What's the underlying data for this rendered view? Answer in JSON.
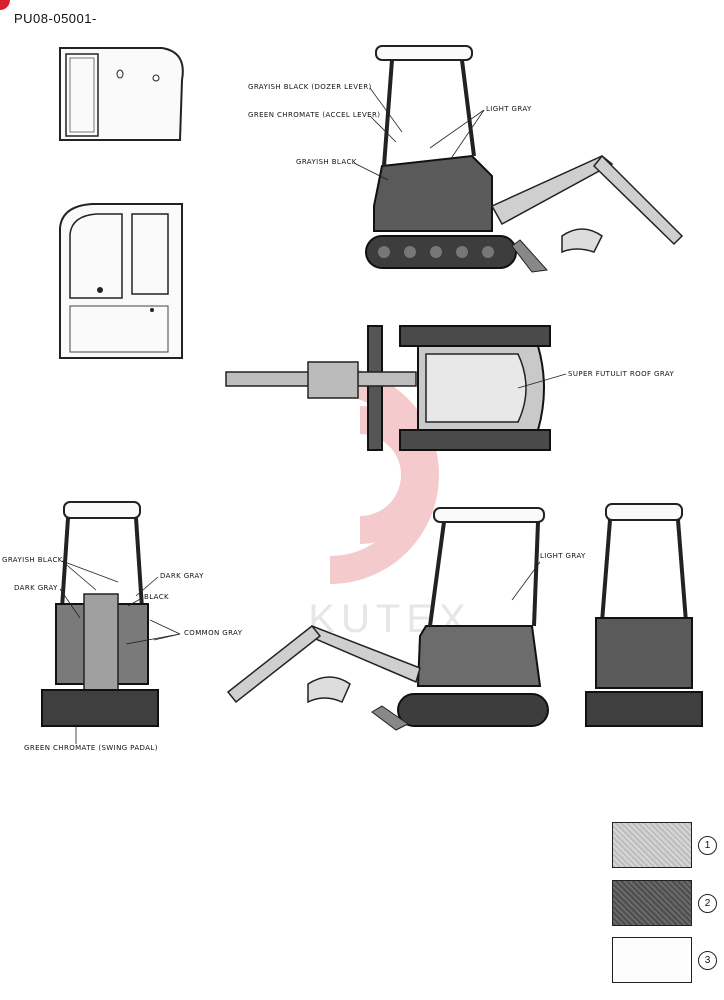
{
  "header": {
    "code": "PU08-05001-"
  },
  "watermark_text": "KUTEX",
  "labels": {
    "grayish_black_dozer": "GRAYISH BLACK (DOZER LEVER)",
    "green_chromate_accel": "GREEN CHROMATE (ACCEL LEVER)",
    "light_gray_top": "LIGHT GRAY",
    "grayish_black_top": "GRAYISH BLACK",
    "roof_gray": "SUPER FUTULIT ROOF GRAY",
    "grayish_black_front": "GRAYISH BLACK",
    "dark_gray_left": "DARK GRAY",
    "dark_gray_right": "DARK GRAY",
    "black": "BLACK",
    "common_gray": "COMMON GRAY",
    "green_chromate_swing": "GREEN CHROMATE (SWING PADAL)",
    "light_gray_bottom": "LIGHT GRAY"
  },
  "legend": [
    {
      "number": "1",
      "color": "#c9c9c9"
    },
    {
      "number": "2",
      "color": "#5a5a5a"
    },
    {
      "number": "3",
      "color": "#ffffff"
    }
  ]
}
